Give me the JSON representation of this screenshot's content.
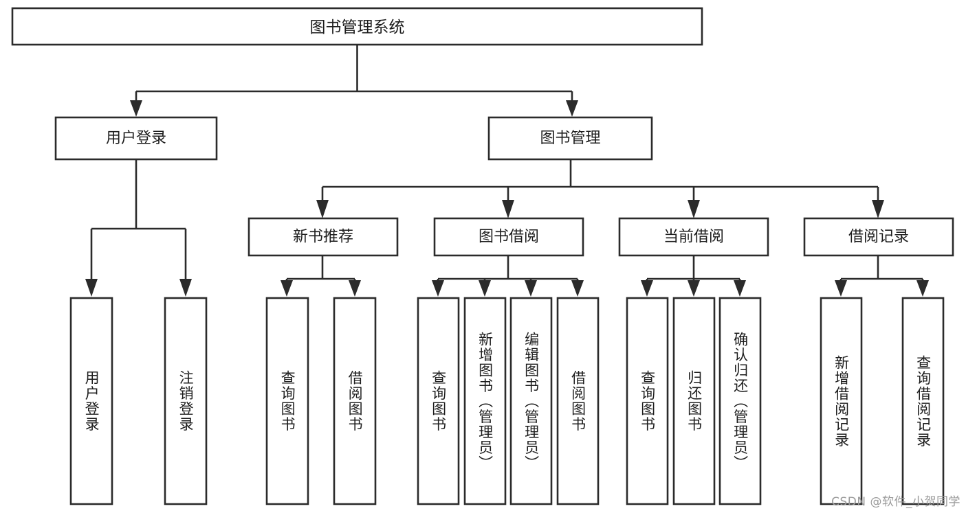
{
  "diagram": {
    "type": "tree",
    "title": "图书管理系统",
    "orientation": "top-down",
    "colors": {
      "stroke": "#2b2b2b",
      "box_fill": "#ffffff",
      "background": "#ffffff",
      "text": "#1d1d1d",
      "watermark": "#9a9a9a"
    },
    "root": {
      "label": "图书管理系统",
      "level": 0
    },
    "level1": [
      {
        "label": "用户登录"
      },
      {
        "label": "图书管理"
      }
    ],
    "level2": [
      {
        "label": "新书推荐",
        "parent": "图书管理"
      },
      {
        "label": "图书借阅",
        "parent": "图书管理"
      },
      {
        "label": "当前借阅",
        "parent": "图书管理"
      },
      {
        "label": "借阅记录",
        "parent": "图书管理"
      }
    ],
    "leaves": {
      "user_login": [
        {
          "label": "用户登录"
        },
        {
          "label": "注销登录"
        }
      ],
      "new_book_recommend": [
        {
          "label": "查询图书"
        },
        {
          "label": "借阅图书"
        }
      ],
      "book_borrow": [
        {
          "label": "查询图书"
        },
        {
          "label": "新增图书（管理员）"
        },
        {
          "label": "编辑图书（管理员）"
        },
        {
          "label": "借阅图书"
        }
      ],
      "current_borrow": [
        {
          "label": "查询图书"
        },
        {
          "label": "归还图书"
        },
        {
          "label": "确认归还（管理员）"
        }
      ],
      "borrow_record": [
        {
          "label": "新增借阅记录"
        },
        {
          "label": "查询借阅记录"
        }
      ]
    }
  },
  "watermark": {
    "text": "CSDN @软件_小贺同学"
  }
}
